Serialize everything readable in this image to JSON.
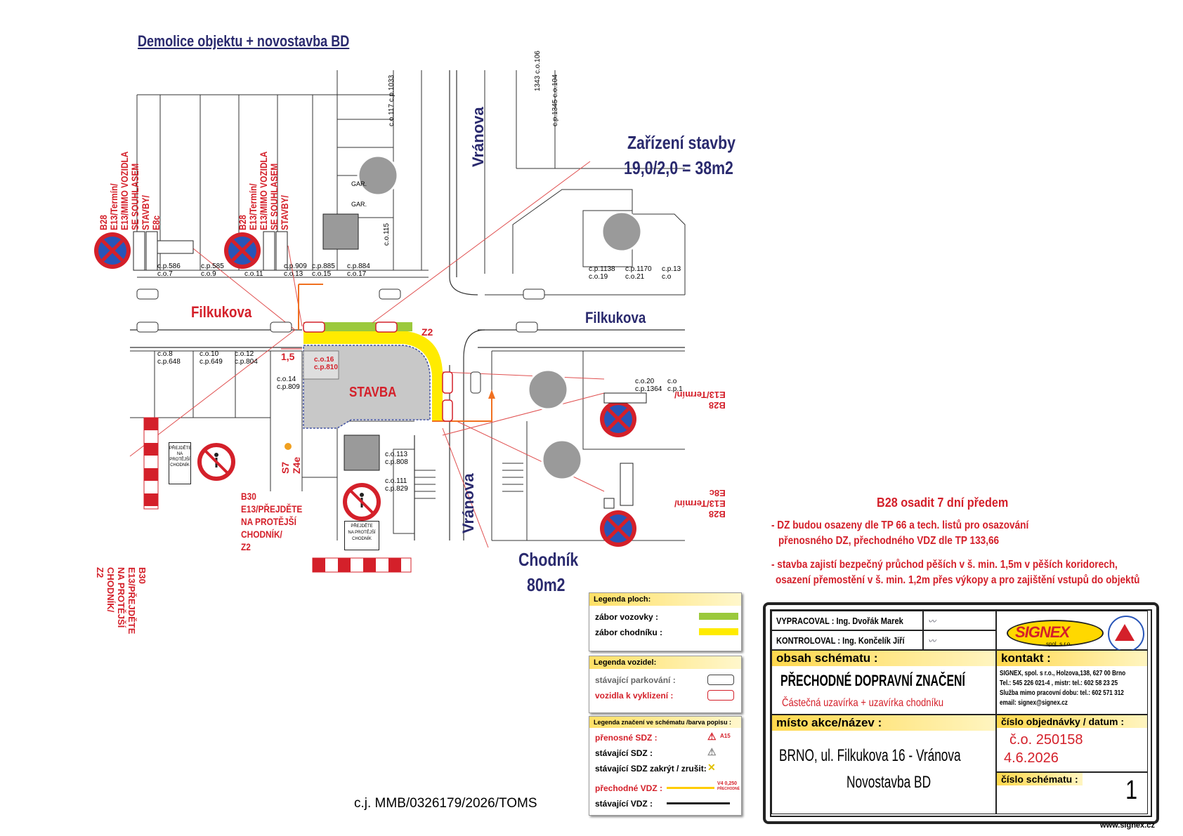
{
  "title": "Demolice objektu + novostavba BD",
  "streets": {
    "filkukova_left": "Filkukova",
    "filkukova_right": "Filkukova",
    "vranova_top": "Vránova",
    "vranova_bottom": "Vránova"
  },
  "areas": {
    "zarizeni_line1": "Zařízení stavby",
    "zarizeni_line2": "19,0/2,0 = 38m2",
    "chodnik_line1": "Chodník",
    "chodnik_line2": "80m2",
    "stavba": "STAVBA"
  },
  "signs_text": {
    "top_left_group1": [
      "B28",
      "E13/Termín/",
      "E13/MIMO VOZIDLA",
      "SE SOUHLASEM",
      "STAVBY/",
      "E8c"
    ],
    "top_left_group2": [
      "B28",
      "E13/Termín/",
      "E13/MIMO VOZIDLA",
      "SE SOUHLASEM",
      "STAVBY/"
    ],
    "right_upper": [
      "B28",
      "E13/Termín/"
    ],
    "right_lower": [
      "B28",
      "E13/Termín/",
      "E8c"
    ],
    "bottom_left_vert": [
      "B30",
      "E13/PŘEJDĚTE",
      "NA PROTĚJŠÍ",
      "CHODNÍK/",
      "Z2"
    ],
    "bottom_center": [
      "B30",
      "E13/PŘEJDĚTE",
      "NA PROTĚJŠÍ",
      "CHODNÍK/",
      "Z2"
    ],
    "z2_corner": "Z2",
    "s7_z4e": [
      "S7",
      "Z4e"
    ],
    "dim_15": "1,5",
    "plate_text": [
      "PŘEJDĚTE",
      "NA",
      "PROTĚJŠÍ",
      "CHODNÍK"
    ]
  },
  "parcels": {
    "top_left": [
      {
        "cp": "c.p.586",
        "co": "c.o.7"
      },
      {
        "cp": "c.p.585",
        "co": "c.o.9"
      },
      {
        "cp": "",
        "co": "c.o.11"
      },
      {
        "cp": "c.p.909",
        "co": "c.o.13"
      },
      {
        "cp": "c.p.885",
        "co": "c.o.15"
      },
      {
        "cp": "c.p.884",
        "co": "c.o.17"
      }
    ],
    "top_right": [
      {
        "cp": "c.p.1138",
        "co": "c.o.19"
      },
      {
        "cp": "c.p.1170",
        "co": "c.o.21"
      },
      {
        "cp": "c.p.13",
        "co": "c.o"
      }
    ],
    "bottom_left": [
      {
        "co": "c.o.8",
        "cp": "c.p.648"
      },
      {
        "co": "c.o.10",
        "cp": "c.p.649"
      },
      {
        "co": "c.o.12",
        "cp": "c.p.804"
      },
      {
        "co": "c.o.14",
        "cp": "c.p.809"
      }
    ],
    "construction": {
      "co": "c.o.16",
      "cp": "c.p.810"
    },
    "bottom_center": [
      {
        "co": "c.o.113",
        "cp": "c.p.808"
      },
      {
        "co": "c.o.111",
        "cp": "c.p.829"
      }
    ],
    "right_middle": [
      {
        "co": "c.o.20",
        "cp": "c.p.1364"
      },
      {
        "co": "c.o",
        "cp": "c.p.1"
      }
    ],
    "top_vertical": [
      "c.o.117",
      "c.p.1033",
      "c.o.115",
      "1343",
      "c.o.106",
      "c.p.1345",
      "c.o.104"
    ],
    "garage": [
      "GAR.",
      "GAR."
    ]
  },
  "notes": {
    "heading": "B28 osadit 7 dní předem",
    "line1": "- DZ budou osazeny dle TP 66 a tech. listů pro osazování",
    "line1b": "přenosného DZ, přechodného VDZ dle TP 133,66",
    "line2": "- stavba zajistí bezpečný průchod pěších v š. min. 1,5m v pěších koridorech,",
    "line2b": "osazení přemostění v š. min. 1,2m přes výkopy a pro zajištění vstupů do objektů"
  },
  "legend": {
    "plochy_head": "Legenda ploch:",
    "zabor_vozovky": "zábor vozovky :",
    "zabor_chodniku": "zábor chodníku :",
    "vozidel_head": "Legenda vozidel:",
    "stavajici_parkovani": "stávající parkování :",
    "vozidla_k_vyklizeni": "vozidla k vyklizení :",
    "znaceni_head": "Legenda značení ve schématu /barva popisu :",
    "prenosne_sdz": "přenosné SDZ :",
    "a15": "A15",
    "stavajici_sdz": "stávající SDZ :",
    "stavajici_sdz_zakryt": "stávající SDZ zakrýt / zrušit:",
    "prechodne_vdz": "přechodné VDZ :",
    "v4": "V4 0,250",
    "v4b": "PŘECHODNÉ",
    "stavajici_vdz": "stávající VDZ :",
    "colors": {
      "green": "#9bc93c",
      "yellow": "#ffeb00",
      "red": "#d4202a",
      "navy": "#2a2a6e"
    }
  },
  "ref_number": "c.j. MMB/0326179/2026/TOMS",
  "title_block": {
    "vypracoval": "VYPRACOVAL : Ing. Dvořák Marek",
    "kontroloval": "KONTROLOVAL : Ing. Končelík Jiří",
    "obsah_head": "obsah schématu :",
    "obsah_main": "PŘECHODNÉ DOPRAVNÍ ZNAČENÍ",
    "obsah_sub": "Částečná uzavírka + uzavírka chodníku",
    "kontakt_head": "kontakt :",
    "kontakt1": "SIGNEX, spol. s r.o., Holzova,138, 627 00 Brno",
    "kontakt2": "Tel.: 545 226 021-4 , mistr: tel.: 602 58 23 25",
    "kontakt3": "Služba mimo pracovní dobu: tel.: 602 571 312",
    "kontakt4": "email: signex@signex.cz",
    "misto_head": "místo akce/název :",
    "misto1": "BRNO, ul. Filkukova 16 - Vránova",
    "misto2": "Novostavba BD",
    "objednavka_head": "číslo objednávky / datum :",
    "objednavka_no": "č.o. 250158",
    "datum": "4.6.2026",
    "schema_head": "číslo schématu :",
    "schema_no": "1",
    "logo": "SIGNEX",
    "logo_sub": "spol. s r.o.",
    "web": "www.signex.cz"
  }
}
